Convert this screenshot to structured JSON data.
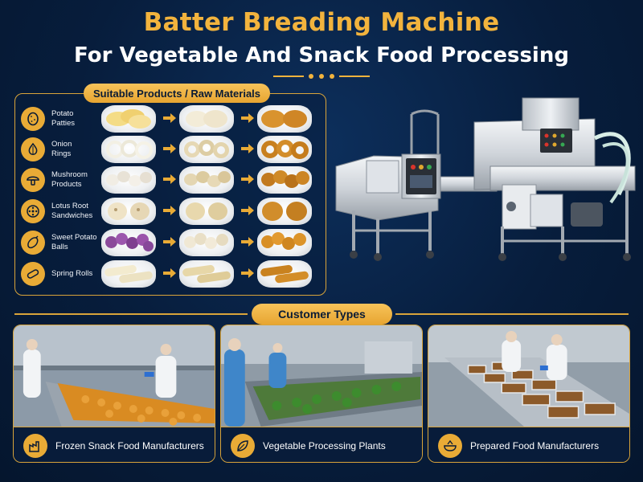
{
  "header": {
    "title": "Batter Breading Machine",
    "subtitle": "For Vegetable And Snack Food Processing"
  },
  "colors": {
    "accent_gold": "#e9ab36",
    "background_navy": "#071d3c"
  },
  "products": {
    "heading": "Suitable Products / Raw Materials",
    "items": [
      {
        "label": "Potato\nPatties",
        "icon": "potato-icon"
      },
      {
        "label": "Onion\nRings",
        "icon": "onion-icon"
      },
      {
        "label": "Mushroom\nProducts",
        "icon": "mushroom-icon"
      },
      {
        "label": "Lotus Root\nSandwiches",
        "icon": "lotus-root-icon"
      },
      {
        "label": "Sweet Potato\nBalls",
        "icon": "sweet-potato-icon"
      },
      {
        "label": "Spring Rolls",
        "icon": "spring-roll-icon"
      }
    ]
  },
  "customers": {
    "heading": "Customer Types",
    "items": [
      {
        "label": "Frozen Snack Food Manufacturers",
        "icon": "factory-icon"
      },
      {
        "label": "Vegetable Processing Plants",
        "icon": "leaf-icon"
      },
      {
        "label": "Prepared Food Manufacturers",
        "icon": "food-bowl-icon"
      }
    ]
  }
}
